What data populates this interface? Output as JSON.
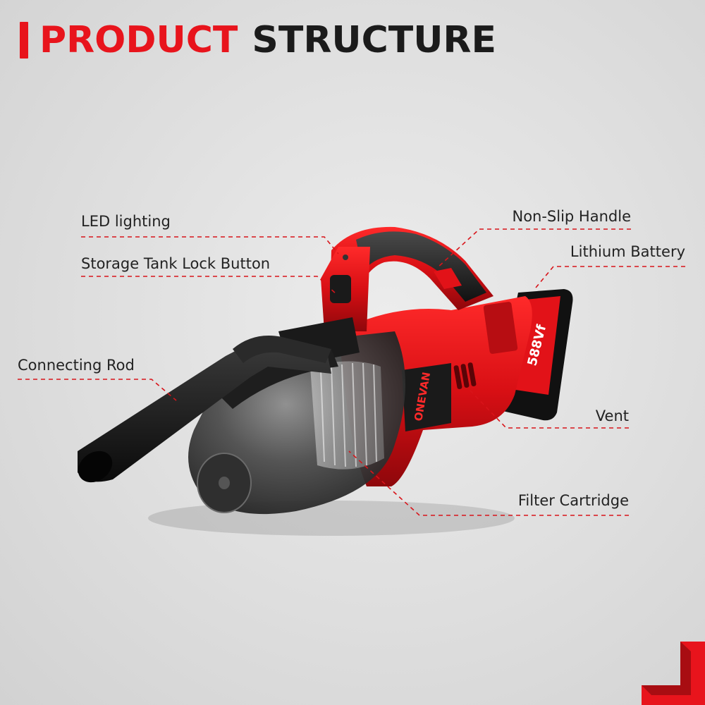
{
  "title": {
    "part1": "PRODUCT",
    "part2": "STRUCTURE"
  },
  "product": {
    "brand": "ONEVAN",
    "battery_text": "588Vf"
  },
  "labels": {
    "led": "LED lighting",
    "lock": "Storage Tank Lock Button",
    "rod": "Connecting Rod",
    "handle": "Non-Slip Handle",
    "battery": "Lithium Battery",
    "vent": "Vent",
    "filter": "Filter Cartridge"
  },
  "colors": {
    "accent": "#e8141c",
    "text": "#1b1b1b",
    "background": "#e2e2e2"
  }
}
